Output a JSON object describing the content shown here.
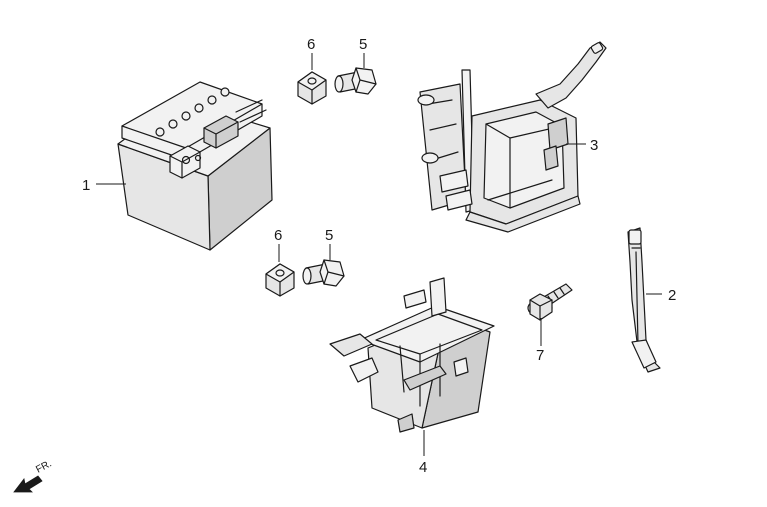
{
  "callouts": [
    {
      "id": "c1",
      "number": "1"
    },
    {
      "id": "c2",
      "number": "2"
    },
    {
      "id": "c3",
      "number": "3"
    },
    {
      "id": "c4",
      "number": "4"
    },
    {
      "id": "c5a",
      "number": "5"
    },
    {
      "id": "c5b",
      "number": "5"
    },
    {
      "id": "c6a",
      "number": "6"
    },
    {
      "id": "c6b",
      "number": "6"
    },
    {
      "id": "c7",
      "number": "7"
    }
  ],
  "front_indicator": {
    "label": "FR.",
    "icon": "front-arrow-icon"
  }
}
